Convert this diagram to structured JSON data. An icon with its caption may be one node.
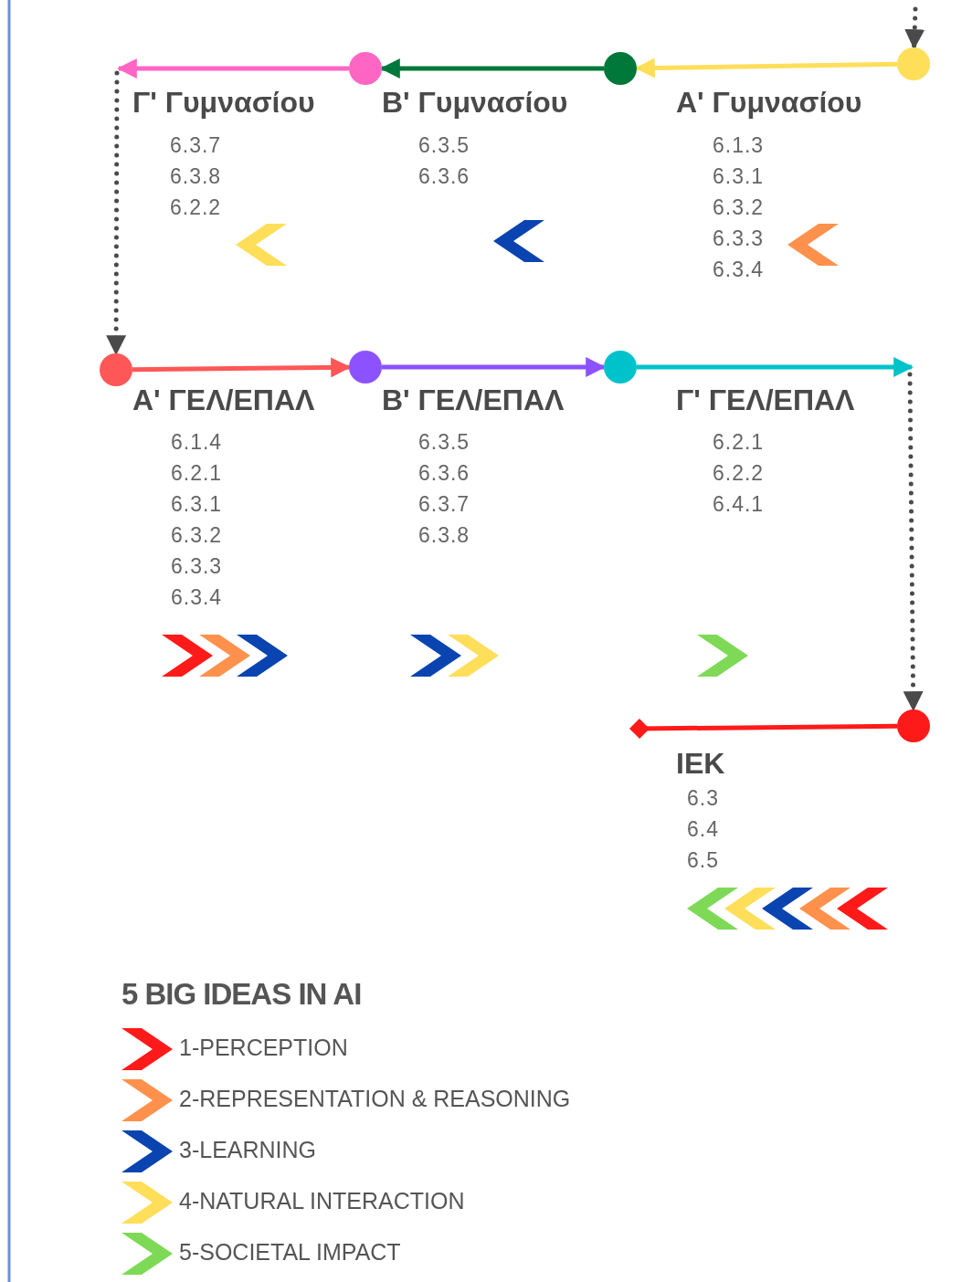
{
  "diagram": {
    "nodes": [
      {
        "text": [],
        "shape": "circle"
      },
      {
        "text": [],
        "shape": "circle"
      },
      {
        "text": [],
        "shape": "circle"
      },
      {
        "text": [],
        "shape": "circle"
      },
      {
        "text": [],
        "shape": "circle"
      },
      {
        "text": [],
        "shape": "circle"
      },
      {
        "text": [],
        "shape": "circle"
      }
    ],
    "edges": [
      {
        "from": 2,
        "to": 1,
        "arrow": "to",
        "color": "#ffde59"
      },
      {
        "from": 1,
        "to": 0,
        "arrow": "to",
        "color": "#00783a"
      },
      {
        "from": 0,
        "to": null,
        "arrow": "to",
        "color": "#ff66c4"
      },
      {
        "from": null,
        "to": 2,
        "arrow": "to",
        "style": "dashed",
        "color": "#4a4a4a"
      },
      {
        "from": null,
        "to": 3,
        "arrow": "to",
        "style": "dashed",
        "color": "#4a4a4a"
      },
      {
        "from": 3,
        "to": 4,
        "arrow": "to",
        "color": "#ff5757"
      },
      {
        "from": 4,
        "to": 5,
        "arrow": "to",
        "color": "#8c52ff"
      },
      {
        "from": 5,
        "to": null,
        "arrow": "to",
        "color": "#00c2cb"
      },
      {
        "from": null,
        "to": 6,
        "arrow": "to",
        "style": "dashed",
        "color": "#4a4a4a"
      },
      {
        "from": 6,
        "to": null,
        "arrow": "other",
        "color": "#ff1a1a"
      }
    ],
    "labels": [
      "Γ' Γυμνασίου",
      "6.3.7",
      "6.3.8",
      "6.2.2",
      "Β' Γυμνασίου",
      "6.3.5",
      "6.3.6",
      "Α' Γυμνασίου",
      "6.1.3",
      "6.3.1",
      "6.3.2",
      "6.3.3",
      "6.3.4",
      "Α' ΓΕΛ/ΕΠΑΛ",
      "6.1.4",
      "6.2.1",
      "6.3.1",
      "6.3.2",
      "6.3.3",
      "6.3.4",
      "Β' ΓΕΛ/ΕΠΑΛ",
      "6.3.5",
      "6.3.6",
      "6.3.7",
      "6.3.8",
      "Γ' ΓΕΛ/ΕΠΑΛ",
      "6.2.1",
      "6.2.2",
      "6.4.1",
      "ΙΕΚ",
      "6.3",
      "6.4",
      "6.5",
      "5 BIG IDEAS IN AI"
    ],
    "legend": [
      {
        "text": "1-PERCEPTION",
        "color": "#ff1a1a"
      },
      {
        "text": "2-REPRESENTATION & REASONING",
        "color": "#ff914d"
      },
      {
        "text": "3-LEARNING",
        "color": "#0a44b0"
      },
      {
        "text": "4-NATURAL INTERACTION",
        "color": "#ffde59"
      },
      {
        "text": "5-SOCIETAL IMPACT",
        "color": "#7ed957"
      }
    ]
  }
}
